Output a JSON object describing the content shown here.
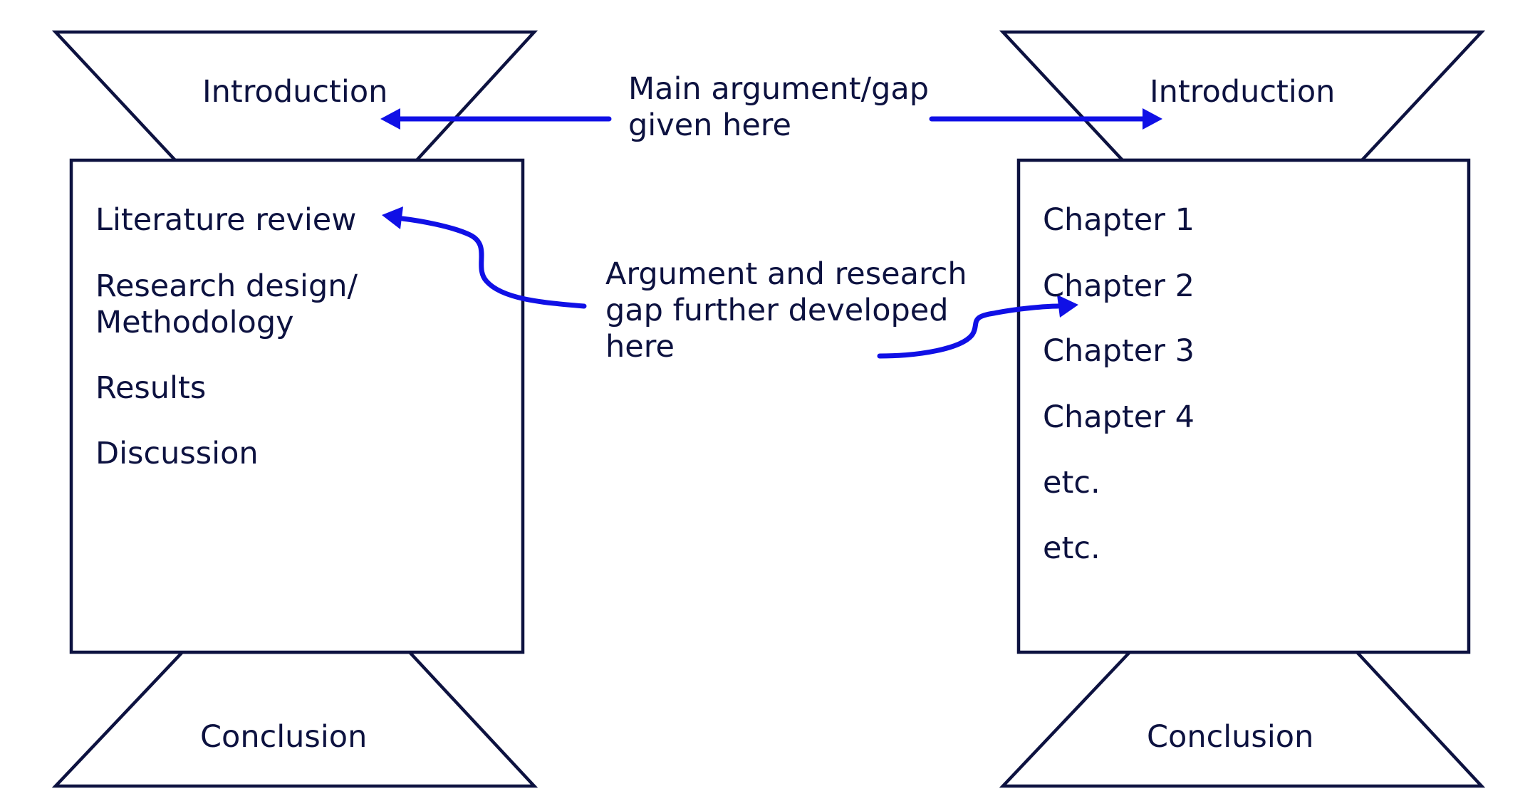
{
  "colors": {
    "outline": "#0d1240",
    "text": "#0d1240",
    "arrow": "#1010e6",
    "background": "#ffffff"
  },
  "left_structure": {
    "introduction": "Introduction",
    "body_items": [
      "Literature review",
      "Research design/\nMethodology",
      "Results",
      "Discussion"
    ],
    "conclusion": "Conclusion"
  },
  "right_structure": {
    "introduction": "Introduction",
    "body_items": [
      "Chapter 1",
      "Chapter 2",
      "Chapter 3",
      "Chapter 4",
      "etc.",
      "etc."
    ],
    "conclusion": "Conclusion"
  },
  "annotations": {
    "main_argument": "Main argument/gap\ngiven here",
    "argument_developed": "Argument and research\ngap further developed\nhere"
  }
}
